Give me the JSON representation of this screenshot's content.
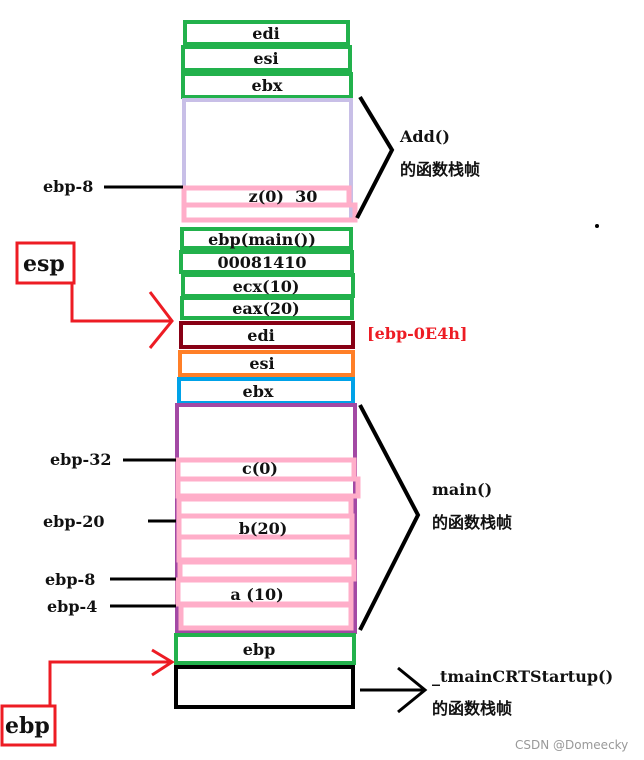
{
  "add_frame": {
    "slots": [
      "edi",
      "esi",
      "ebx"
    ],
    "z_slot": "z(0)  30",
    "z_offset": "ebp-8",
    "title": "Add()",
    "subtitle": "的函数栈帧"
  },
  "call_slots": [
    "ebp(main())",
    "00081410",
    "ecx(10)",
    "eax(20)"
  ],
  "main_saved": [
    "edi",
    "esi",
    "ebx"
  ],
  "edi_address": "[ebp-0E4h]",
  "main_frame": {
    "vars": [
      "c(0)",
      "b(20)",
      "a (10)"
    ],
    "offsets": [
      "ebp-32",
      "ebp-20",
      "ebp-8",
      "ebp-4"
    ],
    "title": "main()",
    "subtitle": "的函数栈帧"
  },
  "ebp_slot": "ebp",
  "startup": {
    "title": "_tmainCRTStartup()",
    "subtitle": "的函数栈帧"
  },
  "pointers": {
    "esp": "esp",
    "ebp": "ebp"
  },
  "watermark": "CSDN @Domeecky",
  "colors": {
    "green": "#22b14c",
    "lavender": "#c8bfe7",
    "pink": "#ffaec9",
    "darkred": "#880015",
    "orange": "#ff7f27",
    "blue": "#00a2e8",
    "purple": "#a349a4",
    "red": "#ed1c24"
  }
}
